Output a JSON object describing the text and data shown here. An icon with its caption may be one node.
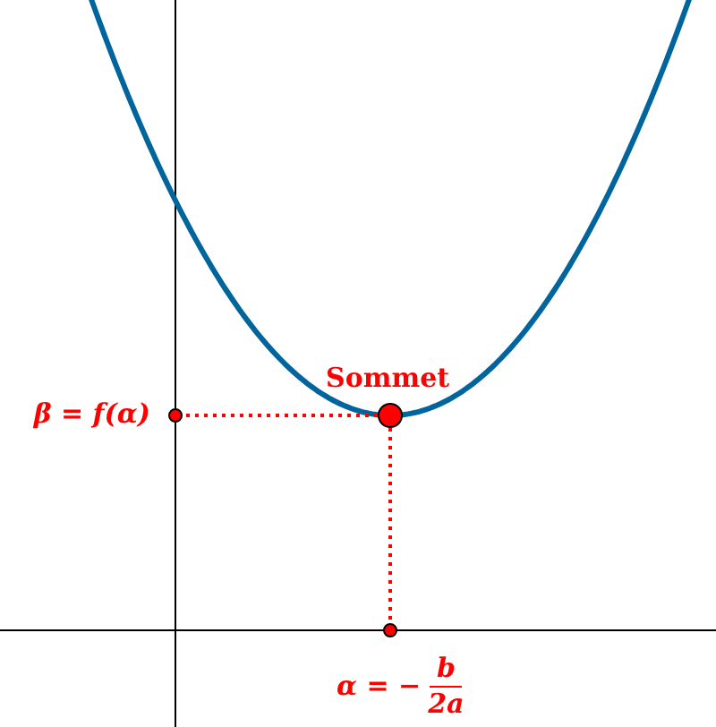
{
  "diagram": {
    "nodes": [
      {
        "text": [],
        "shape": "circle",
        "beside": [
          "Sommet"
        ]
      },
      {
        "text": [],
        "shape": "circle",
        "beside": [
          "β = f(α)"
        ]
      },
      {
        "text": [],
        "shape": "circle",
        "beside": [
          "α = −",
          "b",
          "2a"
        ]
      }
    ],
    "edges": [
      {
        "from": 0,
        "to": 1,
        "arrow": "none",
        "style": "dashed"
      },
      {
        "from": 0,
        "to": 2,
        "arrow": "none",
        "style": "dashed"
      }
    ]
  }
}
